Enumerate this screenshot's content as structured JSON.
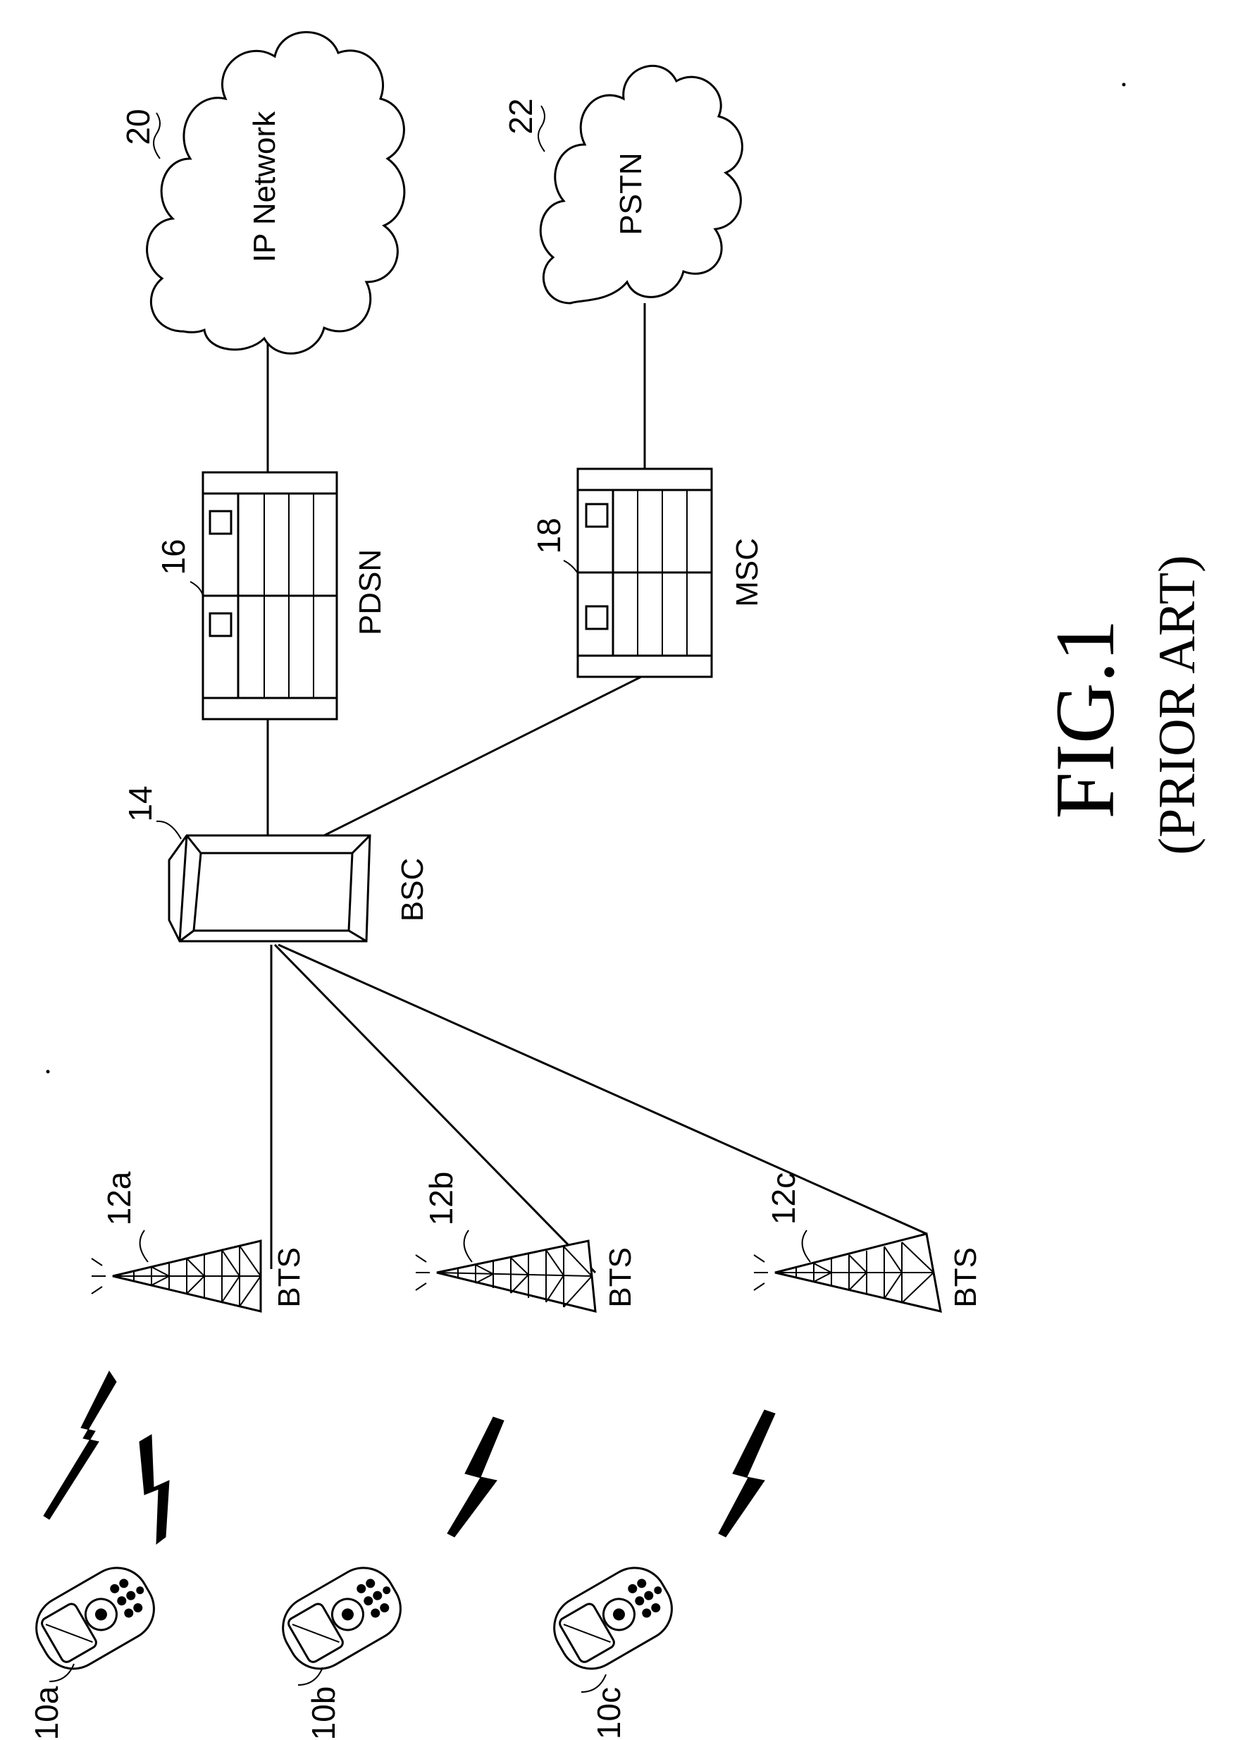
{
  "figure": {
    "caption": "FIG.1",
    "subcaption": "(PRIOR ART)"
  },
  "networks": {
    "ip": {
      "label": "IP Network",
      "ref": "20"
    },
    "pstn": {
      "label": "PSTN",
      "ref": "22"
    }
  },
  "nodes": {
    "pdsn": {
      "label": "PDSN",
      "ref": "16"
    },
    "msc": {
      "label": "MSC",
      "ref": "18"
    },
    "bsc": {
      "label": "BSC",
      "ref": "14"
    }
  },
  "towers": [
    {
      "label": "BTS",
      "ref": "12a"
    },
    {
      "label": "BTS",
      "ref": "12b"
    },
    {
      "label": "BTS",
      "ref": "12c"
    }
  ],
  "phones": [
    {
      "ref": "10a"
    },
    {
      "ref": "10b"
    },
    {
      "ref": "10c"
    }
  ],
  "colors": {
    "ink": "#000000",
    "paper": "#ffffff"
  }
}
